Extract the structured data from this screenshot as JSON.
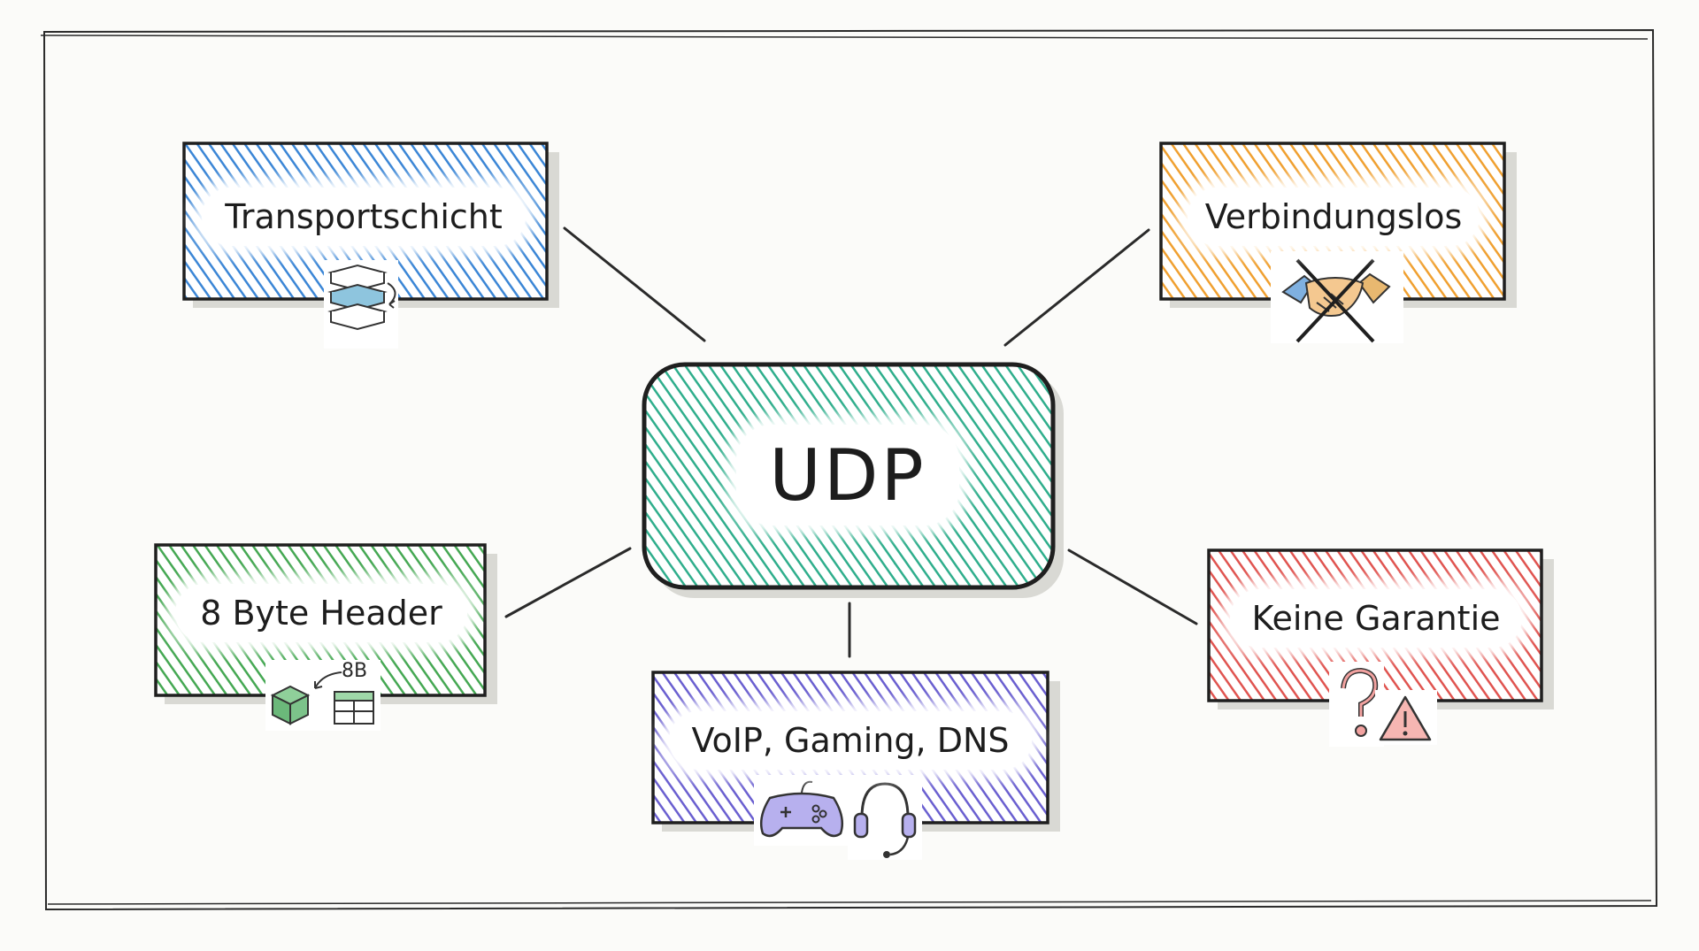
{
  "diagram": {
    "center": {
      "label": "UDP",
      "color": "#2fae8c"
    },
    "nodes": [
      {
        "id": "transport",
        "label": "Transportschicht",
        "color": "#3b86d6",
        "icon": "layers-icon"
      },
      {
        "id": "connectionless",
        "label": "Verbindungslos",
        "color": "#f0a030",
        "icon": "crossed-handshake-icon"
      },
      {
        "id": "header",
        "label": "8 Byte Header",
        "color": "#45a853",
        "icon": "packet-header-icon",
        "icon_label": "8B"
      },
      {
        "id": "usecases",
        "label": "VoIP, Gaming, DNS",
        "color": "#6a5fd0",
        "icons": [
          "gamepad-icon",
          "headset-icon"
        ]
      },
      {
        "id": "no-guarantee",
        "label": "Keine Garantie",
        "color": "#e05450",
        "icons": [
          "question-mark-icon",
          "warning-icon"
        ]
      }
    ]
  }
}
